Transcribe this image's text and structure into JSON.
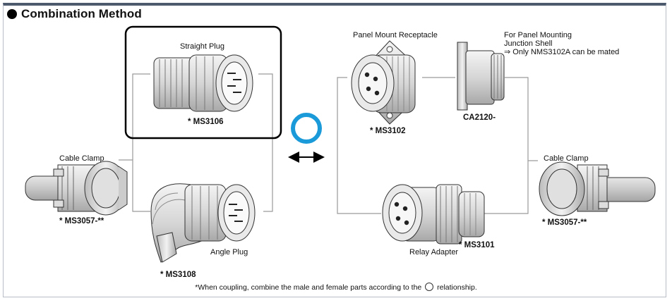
{
  "title": "Combination Method",
  "labels": {
    "straight_plug": "Straight Plug",
    "straight_plug_pn": "* MS3106",
    "angle_plug": "Angle Plug",
    "angle_plug_pn": "* MS3108",
    "cable_clamp_left": "Cable Clamp",
    "cable_clamp_left_pn": "* MS3057-**",
    "panel_receptacle": "Panel Mount Receptacle",
    "panel_receptacle_pn": "* MS3102",
    "junction_title_1": "For Panel Mounting",
    "junction_title_2": "Junction Shell",
    "junction_note": "⇒ Only NMS3102A can be mated",
    "junction_pn": "CA2120-",
    "cable_clamp_right": "Cable Clamp",
    "cable_clamp_right_pn": "* MS3057-**",
    "relay_adapter": "Relay Adapter",
    "relay_adapter_pn": "* MS3101"
  },
  "footnote": {
    "before": "*When coupling, combine the male and female parts according to the",
    "after": "relationship."
  },
  "colors": {
    "accent_ring": "#1a9ad8",
    "header_bar": "#4d5a6e",
    "connector_line": "#9a9a9a"
  }
}
